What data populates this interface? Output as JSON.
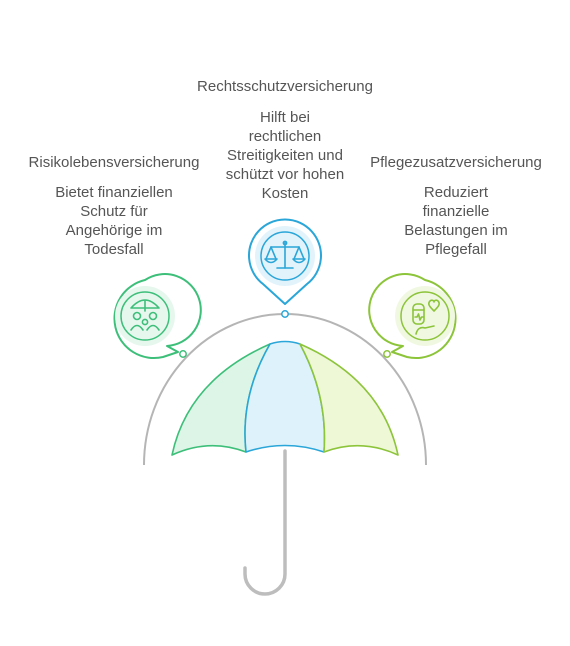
{
  "items": [
    {
      "id": "risiko",
      "title": "Risikolebensversicherung",
      "description": "Bietet finanziellen\nSchutz für\nAngehörige im\nTodesfall",
      "icon": "umbrella-family-icon",
      "color": "#3dbf7a"
    },
    {
      "id": "rechtsschutz",
      "title": "Rechtsschutzversicherung",
      "description": "Hilft bei\nrechtlichen\nStreitigkeiten und\nschützt vor hohen\nKosten",
      "icon": "scales-icon",
      "color": "#2aa6d8"
    },
    {
      "id": "pflege",
      "title": "Pflegezusatzversicherung",
      "description": "Reduziert\nfinanzielle\nBelastungen im\nPflegefall",
      "icon": "care-heart-icon",
      "color": "#8cc43a"
    }
  ],
  "colors": {
    "arc": "#b5b5b5",
    "handle": "#bdbdbd",
    "canopy_left_fill": "#ddf5e6",
    "canopy_mid_fill": "#ddf2fb",
    "canopy_right_fill": "#eef7d6"
  }
}
